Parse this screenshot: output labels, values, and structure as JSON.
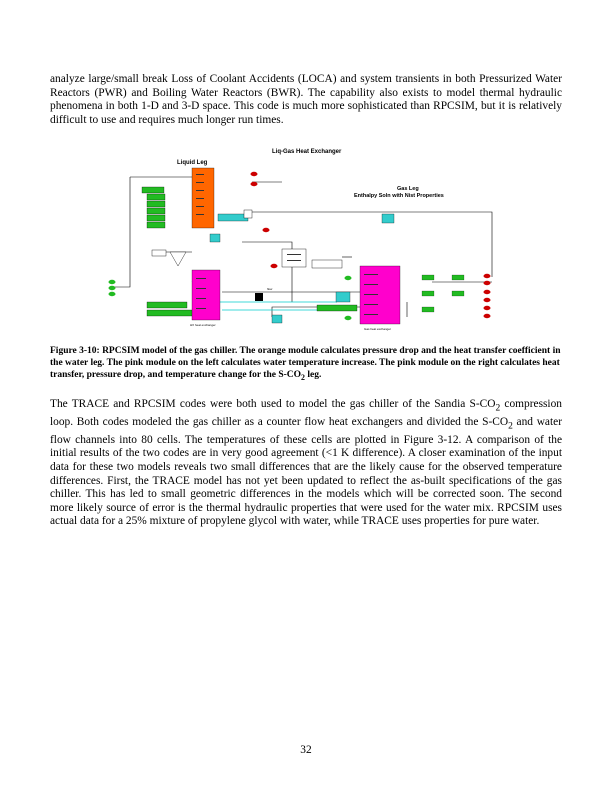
{
  "paragraphs": {
    "p1": "analyze large/small break Loss of Coolant Accidents (LOCA) and system transients in both Pressurized Water Reactors (PWR) and Boiling Water Reactors (BWR). The capability also exists to model thermal hydraulic phenomena in both 1-D and 3-D space. This code is much more sophisticated than RPCSIM, but it is relatively difficult to use and requires much longer run times.",
    "p2a": "The TRACE and RPCSIM codes were both used to model the gas chiller of the Sandia S-CO",
    "p2b": " compression loop. Both codes modeled the gas chiller as a counter flow heat exchangers and divided the S-CO",
    "p2c": " and water flow channels into 80 cells. The temperatures of these cells are plotted in Figure 3-12. A comparison of the initial results of the two codes are in very good agreement (<1 K difference). A closer examination of the input data for these two models reveals two small differences that are the likely cause for the observed temperature differences. First, the TRACE model has not yet been updated to reflect the as-built specifications of the gas chiller. This has led to small geometric differences in the models which will be corrected soon. The second more likely source of error is the thermal hydraulic properties that were used for the water mix. RPCSIM uses actual data for a 25% mixture of propylene glycol with water, while TRACE uses properties for pure water.",
    "sub": "2"
  },
  "caption": {
    "part1": "Figure 3-10: RPCSIM model of the gas chiller. The orange module calculates pressure drop and the heat transfer coefficient in the water leg. The pink module on the left calculates water temperature increase. The pink module on the right calculates heat transfer, pressure drop, and temperature change for the S-CO",
    "sub": "2",
    "part2": " leg."
  },
  "figure": {
    "title": "Liq-Gas  Heat Exchanger",
    "liquid_leg": "Liquid Leg",
    "gas_leg_1": "Gas Leg",
    "gas_leg_2": "Enthalpy Soln with Nist  Properties",
    "hx_left": "HX heat exchanger",
    "hx_right": "Gas heat exchanger",
    "flow": "flow",
    "colors": {
      "orange": "#ff6600",
      "magenta": "#ff00cc",
      "green": "#22bb22",
      "cyan": "#00cccc",
      "red": "#cc0000",
      "teal_box": "#33cccc"
    }
  },
  "page_number": "32"
}
